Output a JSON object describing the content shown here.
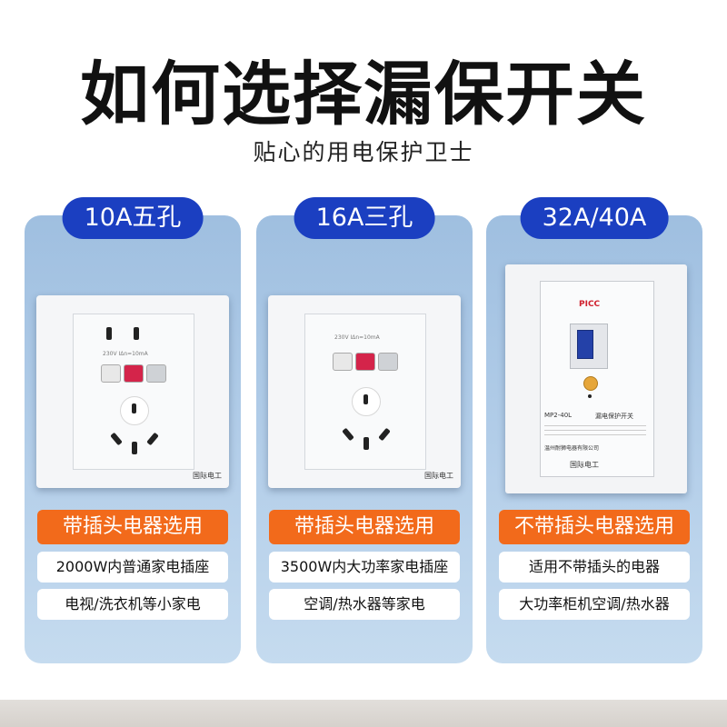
{
  "title": "如何选择漏保开关",
  "subtitle": "贴心的用电保护卫士",
  "cards": [
    {
      "label": "10A五孔",
      "usage": "带插头电器选用",
      "feature1": "2000W内普通家电插座",
      "feature2": "电视/洗衣机等小家电",
      "spec": "230V  IΔn=10mA",
      "brand": "国际电工"
    },
    {
      "label": "16A三孔",
      "usage": "带插头电器选用",
      "feature1": "3500W内大功率家电插座",
      "feature2": "空调/热水器等家电",
      "spec": "230V  IΔn=10mA",
      "brand": "国际电工"
    },
    {
      "label": "32A/40A",
      "usage": "不带插头电器选用",
      "feature1": "适用不带插头的电器",
      "feature2": "大功率柜机空调/热水器",
      "breaker_brand": "PICC",
      "breaker_model": "MP2-40L",
      "breaker_name": "漏电保护开关",
      "breaker_company": "温州耐狮电器有限公司",
      "brand": "国际电工"
    }
  ],
  "colors": {
    "pill": "#1b3fc1",
    "usage": "#f26a1b",
    "card": "#a9c6e4"
  }
}
